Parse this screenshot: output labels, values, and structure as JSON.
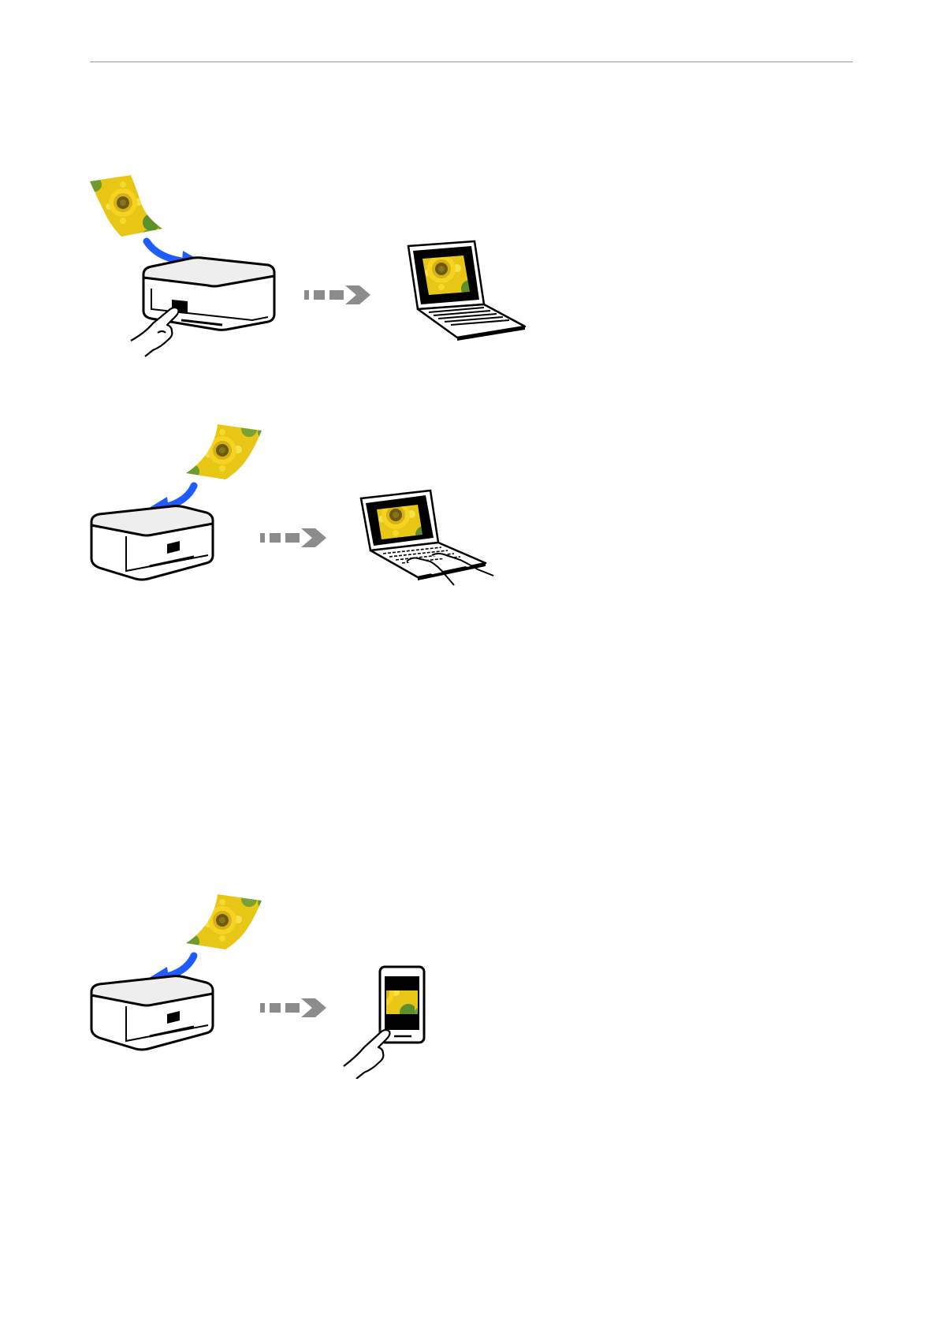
{
  "page": {
    "background": "#ffffff",
    "rule_color": "#9a9a9a"
  },
  "colors": {
    "arrow_blue": "#1f5bff",
    "transfer_gray": "#8c8c8c",
    "sunflower_yellow": "#f2d21a",
    "sunflower_green": "#5f8f2a",
    "sunflower_center": "#6b5a12",
    "outline": "#000000",
    "device_top": "#eeeeee"
  },
  "figures": [
    {
      "id": "scan-to-computer-control-panel",
      "icons": [
        "photo-original-icon",
        "insert-arrow-icon",
        "scanner-icon",
        "hand-press-icon",
        "transfer-arrow-icon",
        "laptop-icon"
      ]
    },
    {
      "id": "scan-from-computer-app",
      "icons": [
        "photo-original-icon",
        "insert-arrow-icon",
        "scanner-icon",
        "transfer-arrow-icon",
        "laptop-typing-icon"
      ]
    },
    {
      "id": "scan-to-smart-device",
      "icons": [
        "photo-original-icon",
        "insert-arrow-icon",
        "scanner-icon",
        "transfer-arrow-icon",
        "smartphone-tap-icon"
      ]
    }
  ]
}
